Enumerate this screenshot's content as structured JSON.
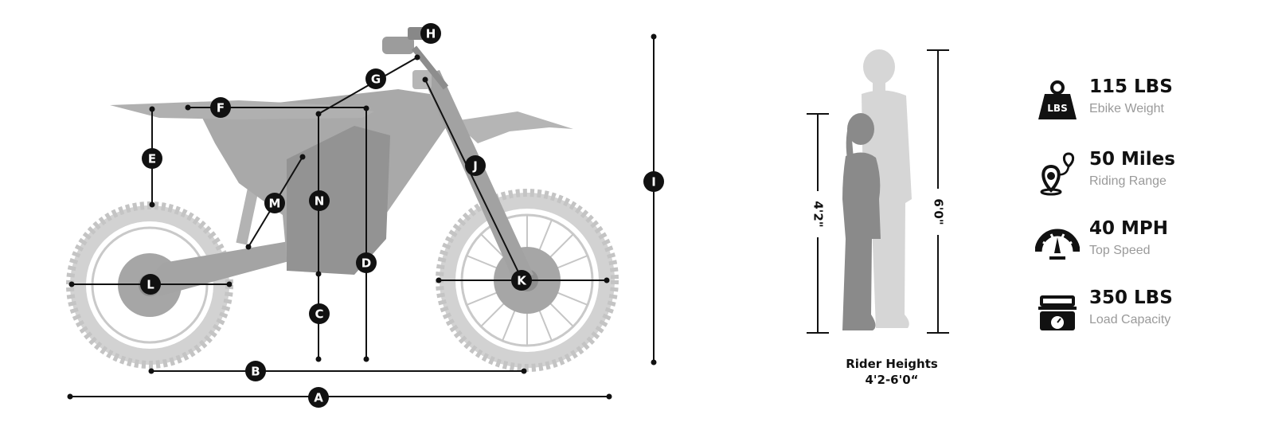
{
  "dimension_markers": [
    "A",
    "B",
    "C",
    "D",
    "E",
    "F",
    "G",
    "H",
    "I",
    "J",
    "K",
    "L",
    "M",
    "N"
  ],
  "rider_heights": {
    "short_height": "4'2\"",
    "tall_height": "6'0\"",
    "caption_title": "Rider Heights",
    "caption_range": "4'2-6'0“"
  },
  "specs": [
    {
      "value": "115 LBS",
      "label": "Ebike Weight",
      "icon": "weight-icon"
    },
    {
      "value": "50 Miles",
      "label": "Riding Range",
      "icon": "range-pin-icon"
    },
    {
      "value": "40 MPH",
      "label": "Top Speed",
      "icon": "speedometer-icon"
    },
    {
      "value": "350 LBS",
      "label": "Load Capacity",
      "icon": "load-scale-icon"
    }
  ],
  "colors": {
    "bike": "#a9a9a9",
    "bike_dark": "#8f8f8f",
    "tire": "#cfcfcf",
    "line": "#111111",
    "rider_short": "#8a8a8a",
    "rider_tall": "#d6d6d6"
  }
}
